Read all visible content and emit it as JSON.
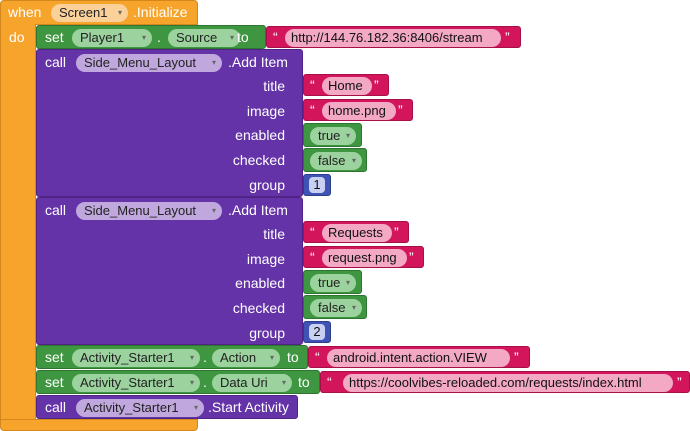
{
  "event": {
    "when": "when",
    "component": "Screen1",
    "event_name": ".Initialize",
    "do": "do"
  },
  "set_player": {
    "set": "set",
    "component": "Player1",
    "property": "Source",
    "to": "to",
    "value": "http://144.76.182.36:8406/stream"
  },
  "add_item_1": {
    "call": "call",
    "component": "Side_Menu_Layout",
    "method": ".Add Item",
    "params": {
      "title_label": "title",
      "title_value": "Home",
      "image_label": "image",
      "image_value": "home.png",
      "enabled_label": "enabled",
      "enabled_value": "true",
      "checked_label": "checked",
      "checked_value": "false",
      "group_label": "group",
      "group_value": "1"
    }
  },
  "add_item_2": {
    "call": "call",
    "component": "Side_Menu_Layout",
    "method": ".Add Item",
    "params": {
      "title_label": "title",
      "title_value": "Requests",
      "image_label": "image",
      "image_value": "request.png",
      "enabled_label": "enabled",
      "enabled_value": "true",
      "checked_label": "checked",
      "checked_value": "false",
      "group_label": "group",
      "group_value": "2"
    }
  },
  "set_action": {
    "set": "set",
    "component": "Activity_Starter1",
    "property": "Action",
    "to": "to",
    "value": "android.intent.action.VIEW"
  },
  "set_data_uri": {
    "set": "set",
    "component": "Activity_Starter1",
    "property": "Data Uri",
    "to": "to",
    "value": "https://coolvibes-reloaded.com/requests/index.html"
  },
  "start_activity": {
    "call": "call",
    "component": "Activity_Starter1",
    "method": ".Start Activity"
  },
  "glyphs": {
    "open_quote": "“",
    "close_quote": "”",
    "dropdown": "▾"
  },
  "colors": {
    "event": "#f6a42b",
    "setter": "#3e9640",
    "call": "#6533a8",
    "text": "#d3155c",
    "number": "#3e53b3",
    "logic": "#3e9640"
  }
}
